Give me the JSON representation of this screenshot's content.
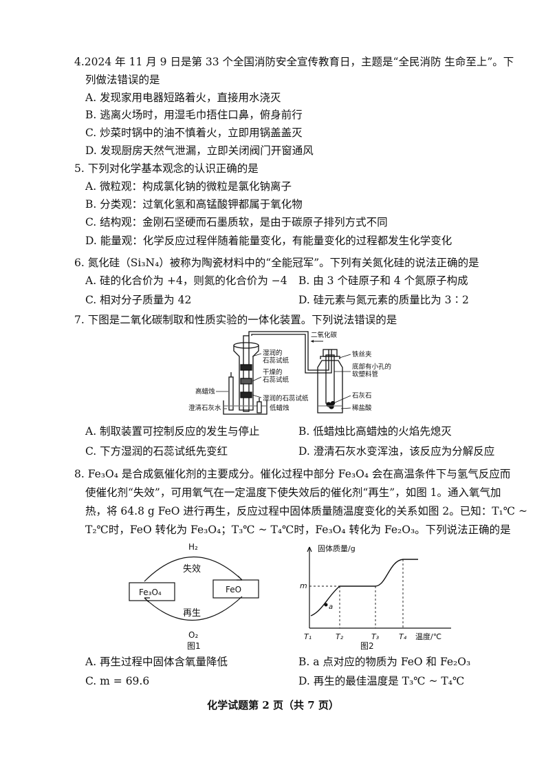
{
  "q4": {
    "stem1": "4.2024 年 11 月 9 日是第 33 个全国消防安全宣传教育日，主题是“全民消防 生命至上”。下",
    "stem2": "列做法错误的是",
    "A": "A. 发现家用电器短路着火，直接用水浇灭",
    "B": "B. 逃离火场时，用湿毛巾捂住口鼻，俯身前行",
    "C": "C. 炒菜时锅中的油不慎着火，立即用锅盖盖灭",
    "D": "D. 发现厨房天然气泄漏，立即关闭阀门开窗通风"
  },
  "q5": {
    "stem": "5. 下列对化学基本观念的认识正确的是",
    "A": "A. 微粒观：构成氯化钠的微粒是氯化钠离子",
    "B": "B. 分类观：过氧化氢和高锰酸钾都属于氧化物",
    "C": "C. 结构观：金刚石坚硬而石墨质软，是由于碳原子排列方式不同",
    "D": "D. 能量观：化学反应过程伴随着能量变化，有能量变化的过程都发生化学变化"
  },
  "q6": {
    "stem": "6. 氮化硅（Si₃N₄）被称为陶瓷材料中的“全能冠军”。下列有关氮化硅的说法正确的是",
    "A": "A. 硅的化合价为 +4，则氮的化合价为 −4",
    "B": "B. 由 3 个硅原子和 4 个氮原子构成",
    "C": "C. 相对分子质量为 42",
    "D": "D. 硅元素与氮元素的质量比为 3∶2"
  },
  "q7": {
    "stem": "7. 下图是二氧化碳制取和性质实验的一体化装置。下列说法错误的是",
    "fig_labels": {
      "co2": "二氧化碳",
      "wet_litmus_top": [
        "湿润的",
        "石蕊试纸"
      ],
      "dry_litmus": [
        "干燥的",
        "石蕊试纸"
      ],
      "tall_candle": "高蜡烛",
      "wet_litmus_bottom": "湿润的石蕊试纸",
      "limewater": "澄清石灰水",
      "short_candle": "低蜡烛",
      "iron_clamp": "铁丝夹",
      "soft_tube": [
        "底部有小孔的",
        "软塑料管"
      ],
      "limestone": "石灰石",
      "dilute_hcl": "稀盐酸"
    },
    "A": "A. 制取装置可控制反应的发生与停止",
    "B": "B. 低蜡烛比高蜡烛的火焰先熄灭",
    "C": "C. 下方湿润的石蕊试纸先变红",
    "D": "D. 澄清石灰水变浑浊，该反应为分解反应"
  },
  "q8": {
    "line1": "8. Fe₃O₄ 是合成氨催化剂的主要成分。催化过程中部分 Fe₃O₄ 会在高温条件下与氢气反应而",
    "line2": "使催化剂“失效”，可用氧气在一定温度下使失效后的催化剂“再生”，如图 1。通入氧气加",
    "line3": "热，将 64.8 g FeO 进行再生，反应过程中固体质量随温度变化的关系如图 2。已知：T₁℃ ~",
    "line4": "T₂℃时，FeO 转化为 Fe₃O₄；T₃℃ ~ T₄℃时，Fe₃O₄ 转化为 Fe₂O₃。下列说法正确的是",
    "fig1": {
      "h2": "H₂",
      "deactivate": "失效",
      "fe3o4": "Fe₃O₄",
      "feo": "FeO",
      "regen": "再生",
      "o2": "O₂",
      "caption": "图1"
    },
    "fig2": {
      "ylabel": "固体质量/g",
      "m": "m",
      "a": "a",
      "t1": "T₁",
      "t2": "T₂",
      "t3": "T₃",
      "t4": "T₄",
      "xlabel": "温度/℃",
      "caption": "图2"
    },
    "A": "A. 再生过程中固体含氧量降低",
    "B": "B. a 点对应的物质为 FeO 和 Fe₂O₃",
    "C": "C. m = 69.6",
    "D": "D. 再生的最佳温度是 T₃℃ ~ T₄℃"
  },
  "footer": "化学试题第 2 页（共 7 页）"
}
